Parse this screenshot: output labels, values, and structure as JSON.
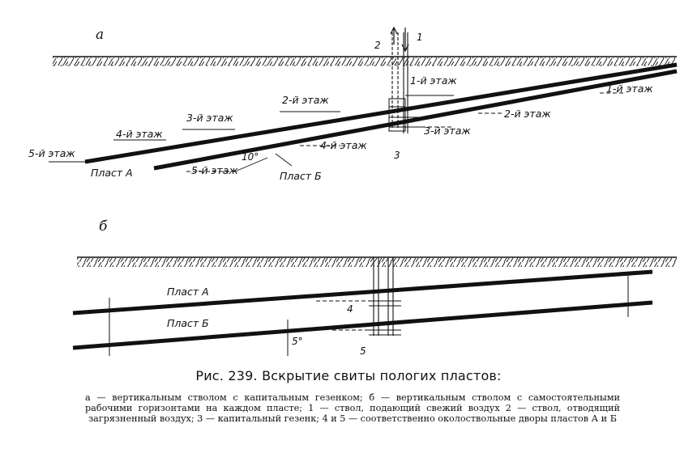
{
  "panel_a": {
    "label": "а",
    "arrow_numbers": [
      "2",
      "1"
    ],
    "floor_labels": [
      "1-й этаж",
      "1-й этаж",
      "2-й этаж",
      "2-й этаж",
      "3-й этаж",
      "3-й этаж",
      "4-й этаж",
      "4-й этаж",
      "5-й этаж",
      "5-й этаж"
    ],
    "seam_a": "Пласт А",
    "seam_b": "Пласт Б",
    "angle": "10°",
    "gezenk_number": "3"
  },
  "panel_b": {
    "label": "б",
    "seam_a": "Пласт А",
    "seam_b": "Пласт Б",
    "yard_a_number": "4",
    "yard_b_number": "5",
    "angle": "5°"
  },
  "caption": "Рис. 239. Вскрытие свиты пологих пластов:",
  "legend": "а — вертикальным стволом с капитальным гезенком; б — вертикальным стволом с самостоятельными рабочими горизонтами на каждом пласте; 1 — ствол, подающий свежий воздух 2 — ствол, отводящий загрязненный воздух; 3 — капитальный гезенк; 4 и 5 — соответственно околоствольные дворы пластов А и Б"
}
